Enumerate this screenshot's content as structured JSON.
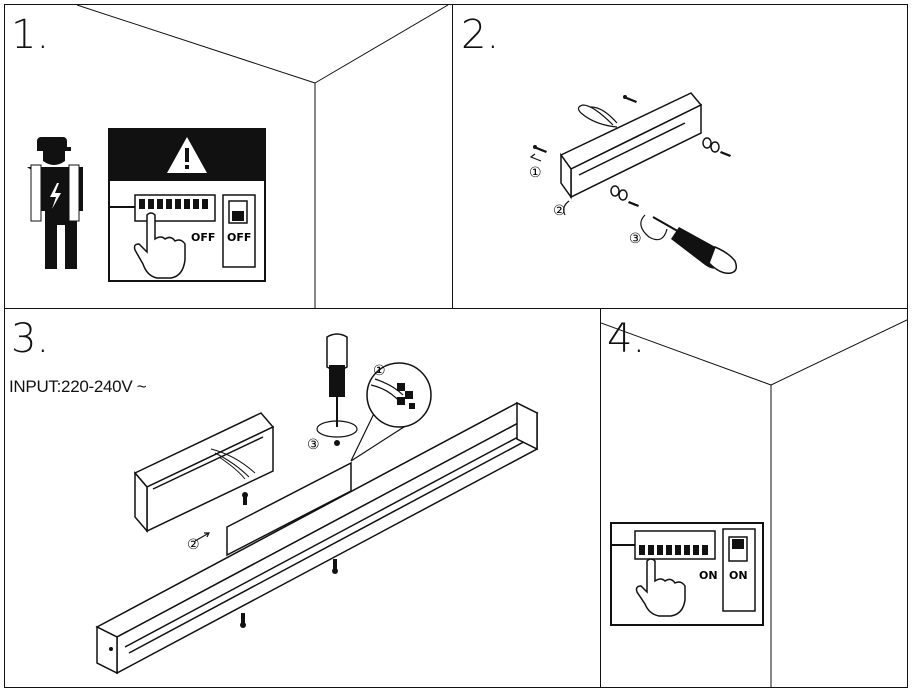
{
  "steps": [
    {
      "number": "1."
    },
    {
      "number": "2."
    },
    {
      "number": "3."
    },
    {
      "number": "4."
    }
  ],
  "step1": {
    "breaker_label": "OFF",
    "switch_label": "OFF"
  },
  "step2": {
    "callouts": [
      "①",
      "②",
      "③"
    ]
  },
  "step3": {
    "input_label": "INPUT:220-240V ~",
    "callouts": [
      "①",
      "②",
      "③"
    ]
  },
  "step4": {
    "breaker_label": "ON",
    "switch_label": "ON"
  },
  "colors": {
    "ink": "#111111",
    "paper": "#ffffff"
  }
}
